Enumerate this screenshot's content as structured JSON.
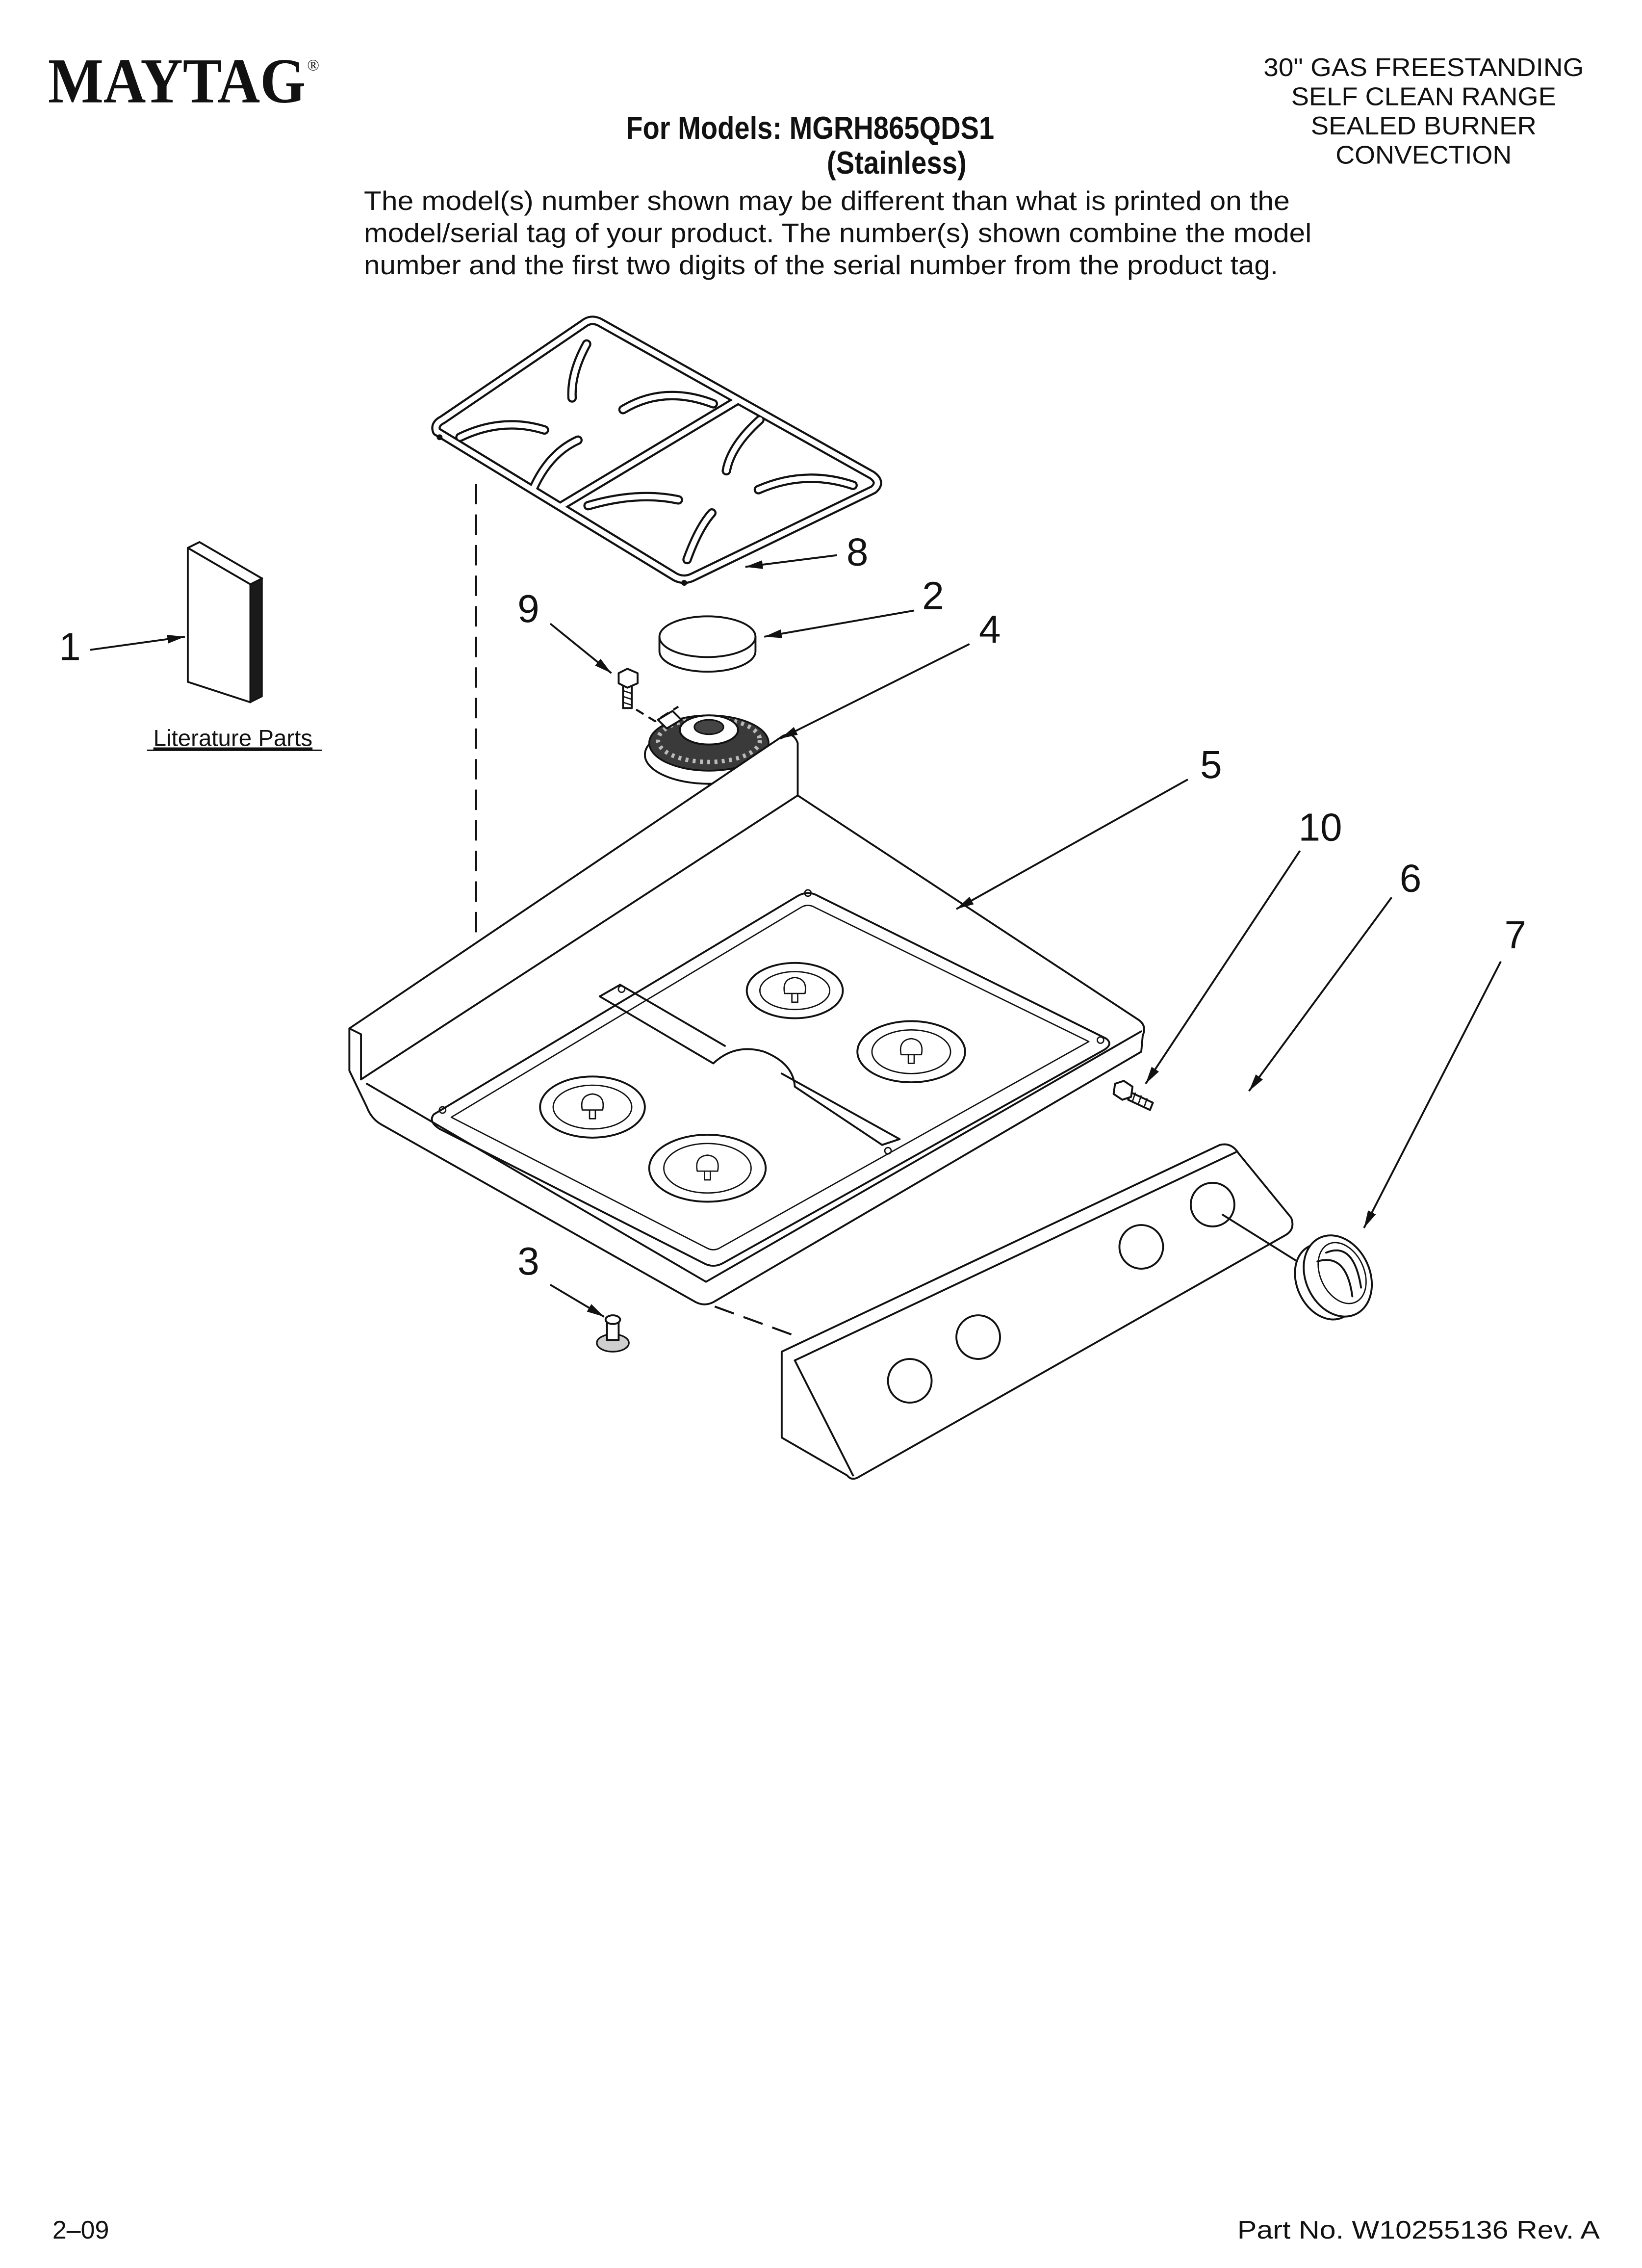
{
  "brand": {
    "logo_text": "MAYTAG",
    "registered_mark": "®"
  },
  "header": {
    "models_line": "For Models: MGRH865QDS1",
    "variant": "(Stainless)",
    "product_lines": [
      "30\" GAS FREESTANDING",
      "SELF CLEAN RANGE",
      "SEALED BURNER",
      "CONVECTION"
    ],
    "note_lines": [
      "The model(s) number shown may be different than what is printed on the",
      "model/serial tag of your product. The number(s) shown combine the model",
      "number and the first two digits of the serial number from the product tag."
    ]
  },
  "diagram": {
    "callouts": [
      "1",
      "2",
      "3",
      "4",
      "5",
      "6",
      "7",
      "8",
      "9",
      "10"
    ],
    "literature_label": "Literature Parts"
  },
  "footer": {
    "date": "2–09",
    "part_number": "Part No. W10255136 Rev. A"
  }
}
